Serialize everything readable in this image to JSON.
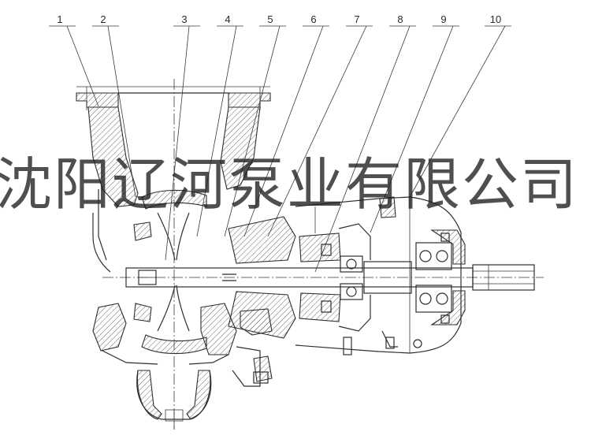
{
  "callouts": [
    {
      "number": "1"
    },
    {
      "number": "2"
    },
    {
      "number": "3"
    },
    {
      "number": "4"
    },
    {
      "number": "5"
    },
    {
      "number": "6"
    },
    {
      "number": "7"
    },
    {
      "number": "8"
    },
    {
      "number": "9"
    },
    {
      "number": "10"
    }
  ],
  "watermark": {
    "text": "沈阳辽河泵业有限公司"
  },
  "colors": {
    "line": "#2e2e2e",
    "background": "#ffffff"
  }
}
